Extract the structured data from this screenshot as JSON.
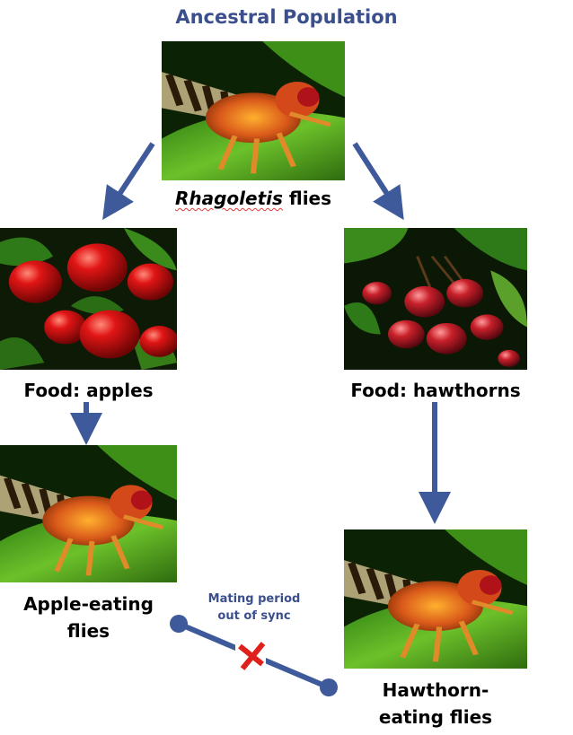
{
  "title": "Ancestral Population",
  "nodes": {
    "ancestor_label_italic": "Rhagoletis",
    "ancestor_label_rest": " flies",
    "apples_label": "Food: apples",
    "hawthorns_label": "Food: hawthorns",
    "apple_flies_line1": "Apple-eating",
    "apple_flies_line2": "flies",
    "hawthorn_flies_line1": "Hawthorn-",
    "hawthorn_flies_line2": "eating flies"
  },
  "note": {
    "line1": "Mating period",
    "line2": "out of sync"
  },
  "colors": {
    "arrow": "#3f5a9b",
    "cross": "#e0201b",
    "title": "#3b4f8c"
  },
  "icons": [
    "fly-photo",
    "apples-photo",
    "hawthorns-photo",
    "cross-mark-icon"
  ]
}
